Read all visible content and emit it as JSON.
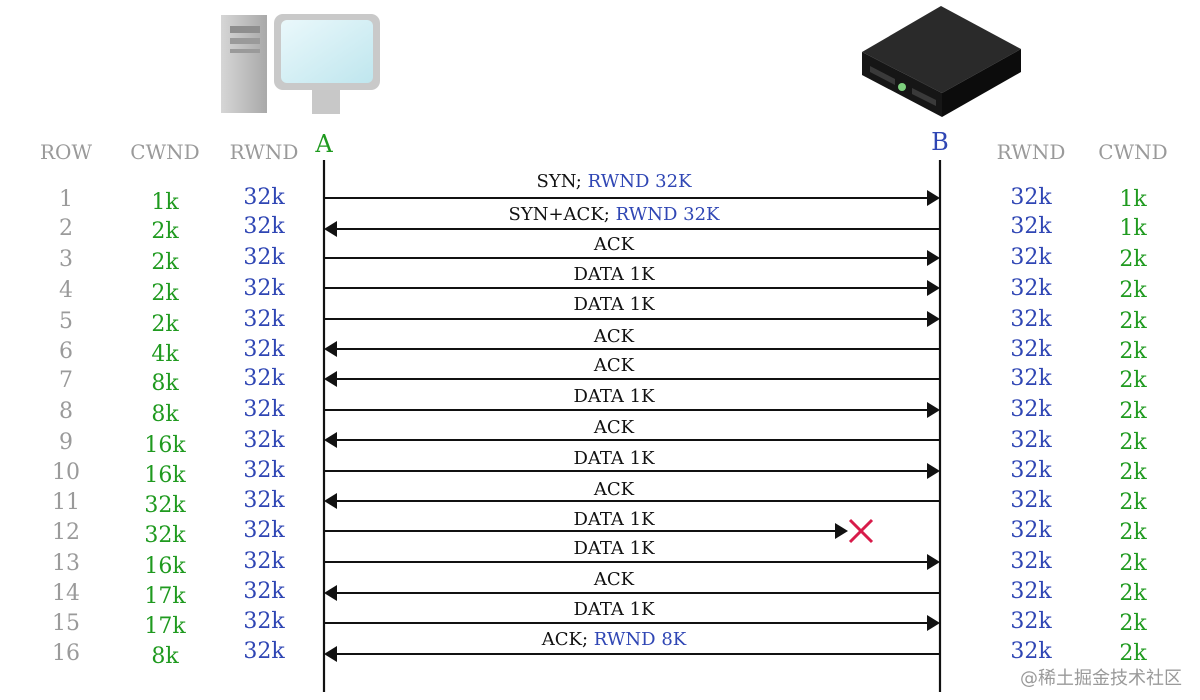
{
  "headers": {
    "left": [
      "ROW",
      "CWND",
      "RWND"
    ],
    "right": [
      "RWND",
      "CWND"
    ]
  },
  "hosts": {
    "a": "A",
    "b": "B"
  },
  "colors": {
    "row": "#9a9a9a",
    "cwnd": "#1f9a1f",
    "rwnd": "#2f46b4",
    "msg": "#111111",
    "loss": "#d81b4a"
  },
  "rows": [
    {
      "row": "1",
      "a_cwnd": "1k",
      "a_rwnd": "32k",
      "b_rwnd": "32k",
      "b_cwnd": "1k",
      "dir": "right",
      "msg": "SYN;",
      "msg_extra": "RWND 32K",
      "lost": false
    },
    {
      "row": "2",
      "a_cwnd": "2k",
      "a_rwnd": "32k",
      "b_rwnd": "32k",
      "b_cwnd": "1k",
      "dir": "left",
      "msg": "SYN+ACK;",
      "msg_extra": "RWND 32K",
      "lost": false
    },
    {
      "row": "3",
      "a_cwnd": "2k",
      "a_rwnd": "32k",
      "b_rwnd": "32k",
      "b_cwnd": "2k",
      "dir": "right",
      "msg": "ACK",
      "msg_extra": "",
      "lost": false
    },
    {
      "row": "4",
      "a_cwnd": "2k",
      "a_rwnd": "32k",
      "b_rwnd": "32k",
      "b_cwnd": "2k",
      "dir": "right",
      "msg": "DATA 1K",
      "msg_extra": "",
      "lost": false
    },
    {
      "row": "5",
      "a_cwnd": "2k",
      "a_rwnd": "32k",
      "b_rwnd": "32k",
      "b_cwnd": "2k",
      "dir": "right",
      "msg": "DATA 1K",
      "msg_extra": "",
      "lost": false
    },
    {
      "row": "6",
      "a_cwnd": "4k",
      "a_rwnd": "32k",
      "b_rwnd": "32k",
      "b_cwnd": "2k",
      "dir": "left",
      "msg": "ACK",
      "msg_extra": "",
      "lost": false
    },
    {
      "row": "7",
      "a_cwnd": "8k",
      "a_rwnd": "32k",
      "b_rwnd": "32k",
      "b_cwnd": "2k",
      "dir": "left",
      "msg": "ACK",
      "msg_extra": "",
      "lost": false
    },
    {
      "row": "8",
      "a_cwnd": "8k",
      "a_rwnd": "32k",
      "b_rwnd": "32k",
      "b_cwnd": "2k",
      "dir": "right",
      "msg": "DATA 1K",
      "msg_extra": "",
      "lost": false
    },
    {
      "row": "9",
      "a_cwnd": "16k",
      "a_rwnd": "32k",
      "b_rwnd": "32k",
      "b_cwnd": "2k",
      "dir": "left",
      "msg": "ACK",
      "msg_extra": "",
      "lost": false
    },
    {
      "row": "10",
      "a_cwnd": "16k",
      "a_rwnd": "32k",
      "b_rwnd": "32k",
      "b_cwnd": "2k",
      "dir": "right",
      "msg": "DATA 1K",
      "msg_extra": "",
      "lost": false
    },
    {
      "row": "11",
      "a_cwnd": "32k",
      "a_rwnd": "32k",
      "b_rwnd": "32k",
      "b_cwnd": "2k",
      "dir": "left",
      "msg": "ACK",
      "msg_extra": "",
      "lost": false
    },
    {
      "row": "12",
      "a_cwnd": "32k",
      "a_rwnd": "32k",
      "b_rwnd": "32k",
      "b_cwnd": "2k",
      "dir": "right",
      "msg": "DATA 1K",
      "msg_extra": "",
      "lost": true
    },
    {
      "row": "13",
      "a_cwnd": "16k",
      "a_rwnd": "32k",
      "b_rwnd": "32k",
      "b_cwnd": "2k",
      "dir": "right",
      "msg": "DATA 1K",
      "msg_extra": "",
      "lost": false
    },
    {
      "row": "14",
      "a_cwnd": "17k",
      "a_rwnd": "32k",
      "b_rwnd": "32k",
      "b_cwnd": "2k",
      "dir": "left",
      "msg": "ACK",
      "msg_extra": "",
      "lost": false
    },
    {
      "row": "15",
      "a_cwnd": "17k",
      "a_rwnd": "32k",
      "b_rwnd": "32k",
      "b_cwnd": "2k",
      "dir": "right",
      "msg": "DATA 1K",
      "msg_extra": "",
      "lost": false
    },
    {
      "row": "16",
      "a_cwnd": "8k",
      "a_rwnd": "32k",
      "b_rwnd": "32k",
      "b_cwnd": "2k",
      "dir": "left",
      "msg": "ACK;",
      "msg_extra": "RWND 8K",
      "lost": false
    }
  ],
  "icons": {
    "client": "desktop-computer-icon",
    "server": "server-box-icon"
  },
  "watermark": "@稀土掘金技术社区"
}
